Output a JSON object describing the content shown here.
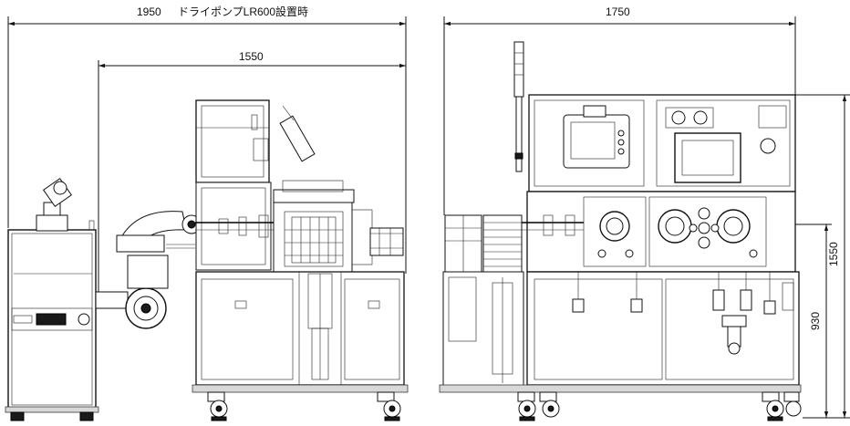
{
  "dimensions": {
    "left_total": "1950",
    "left_note": "ドライポンプLR600設置時",
    "left_unit_width": "1550",
    "right_width": "1750",
    "right_total_height": "1550",
    "right_partial_height": "930"
  }
}
